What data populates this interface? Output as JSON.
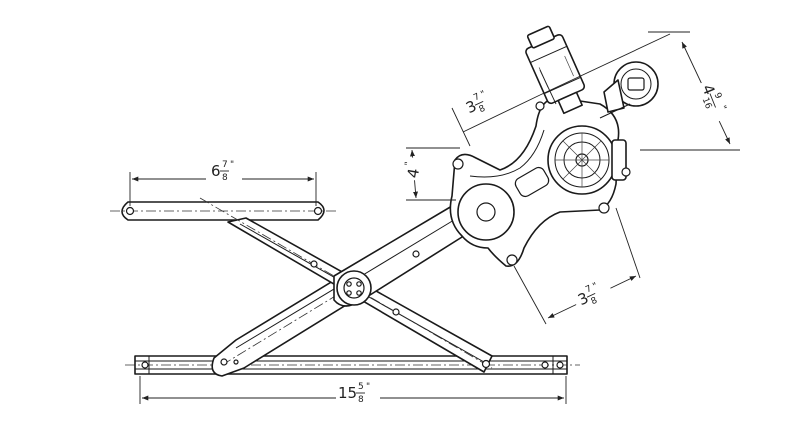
{
  "dimensions": {
    "top_left": {
      "whole": "6",
      "num": "7",
      "den": "8",
      "unit": "\""
    },
    "motor_top": {
      "whole": "3",
      "num": "7",
      "den": "8",
      "unit": "\""
    },
    "motor_height": {
      "whole": "4",
      "num": "9",
      "den": "16",
      "unit": "\""
    },
    "small_vertical": {
      "whole": "4",
      "num": "",
      "den": "",
      "unit": "\""
    },
    "motor_bottom": {
      "whole": "3",
      "num": "7",
      "den": "8",
      "unit": "\""
    },
    "overall_length": {
      "whole": "15",
      "num": "5",
      "den": "8",
      "unit": "\""
    }
  }
}
